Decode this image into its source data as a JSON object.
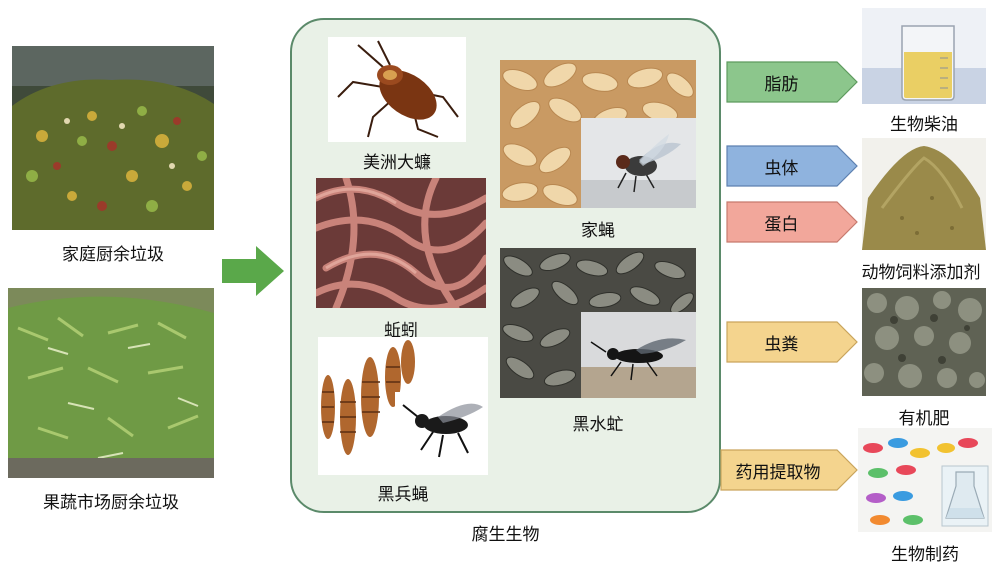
{
  "sources": [
    {
      "label": "家庭厨余垃圾",
      "icon": "household-kitchen-waste-photo"
    },
    {
      "label": "果蔬市场厨余垃圾",
      "icon": "market-vegetable-waste-photo"
    }
  ],
  "organisms_title": "腐生生物",
  "organisms": [
    {
      "label": "美洲大蠊",
      "icon": "cockroach-photo"
    },
    {
      "label": "蚯蚓",
      "icon": "earthworm-photo"
    },
    {
      "label": "黑兵蝇",
      "icon": "black-soldier-fly-photo"
    },
    {
      "label": "家蝇",
      "icon": "housefly-photo"
    },
    {
      "label": "黑水虻",
      "icon": "black-soldier-fly-larvae-photo"
    }
  ],
  "outputs": [
    {
      "tag": "脂肪",
      "color": "#8cc68c"
    },
    {
      "tag": "虫体",
      "color": "#8fb3de"
    },
    {
      "tag": "蛋白",
      "color": "#f2a79b"
    },
    {
      "tag": "虫粪",
      "color": "#f4d48e"
    },
    {
      "tag": "药用提取物",
      "color": "#f4d48e"
    }
  ],
  "products": [
    {
      "label": "生物柴油",
      "icon": "biodiesel-beaker-photo"
    },
    {
      "label": "动物饲料添加剂",
      "icon": "feed-powder-photo"
    },
    {
      "label": "有机肥",
      "icon": "organic-fertilizer-photo"
    },
    {
      "label": "生物制药",
      "icon": "pills-photo"
    }
  ],
  "colors": {
    "panel_border": "#5b8a6a",
    "panel_fill": "#e9f1e7",
    "main_arrow": "#5aa84a"
  }
}
